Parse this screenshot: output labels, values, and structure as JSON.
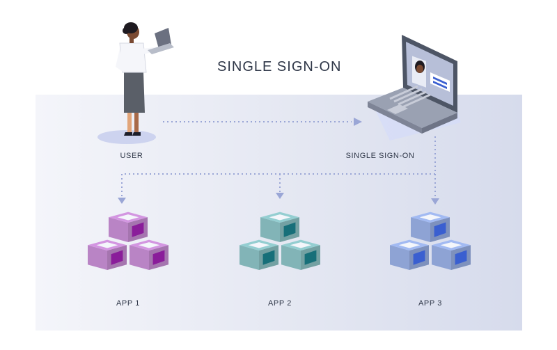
{
  "title": "SINGLE SIGN-ON",
  "nodes": {
    "user": {
      "label": "USER"
    },
    "sso": {
      "label": "SINGLE SIGN-ON"
    },
    "apps": [
      {
        "label": "APP 1",
        "color": "#c98fd6",
        "accent": "#8a1d9a"
      },
      {
        "label": "APP 2",
        "color": "#8dc4c7",
        "accent": "#176f79"
      },
      {
        "label": "APP 3",
        "color": "#9ab1e6",
        "accent": "#3a5fd0"
      }
    ]
  },
  "colors": {
    "connector": "#9aa6d6",
    "title": "#2f3748",
    "panel": "#e4e7f2"
  }
}
